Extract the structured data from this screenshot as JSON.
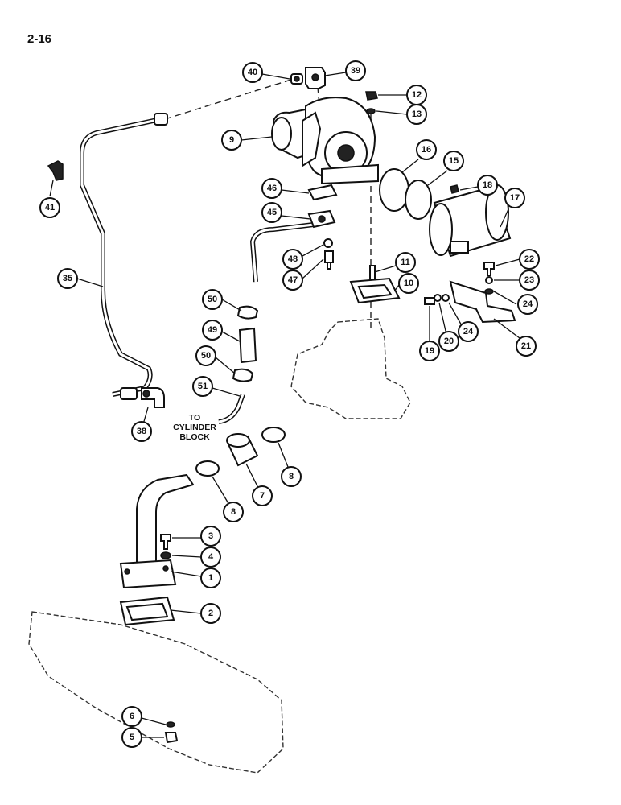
{
  "page_number": "2-16",
  "note": [
    "TO",
    "CYLINDER",
    "BLOCK"
  ],
  "callouts": {
    "c40": "40",
    "c39": "39",
    "c12": "12",
    "c13": "13",
    "c9": "9",
    "c16": "16",
    "c15": "15",
    "c18": "18",
    "c17": "17",
    "c41": "41",
    "c46": "46",
    "c45": "45",
    "c48": "48",
    "c47": "47",
    "c11": "11",
    "c10": "10",
    "c22": "22",
    "c23": "23",
    "c24a": "24",
    "c24b": "24",
    "c35": "35",
    "c50a": "50",
    "c49": "49",
    "c50b": "50",
    "c51": "51",
    "c19": "19",
    "c20": "20",
    "c21": "21",
    "c38": "38",
    "c8a": "8",
    "c7": "7",
    "c8b": "8",
    "c3": "3",
    "c4": "4",
    "c1": "1",
    "c2": "2",
    "c6": "6",
    "c5": "5"
  }
}
